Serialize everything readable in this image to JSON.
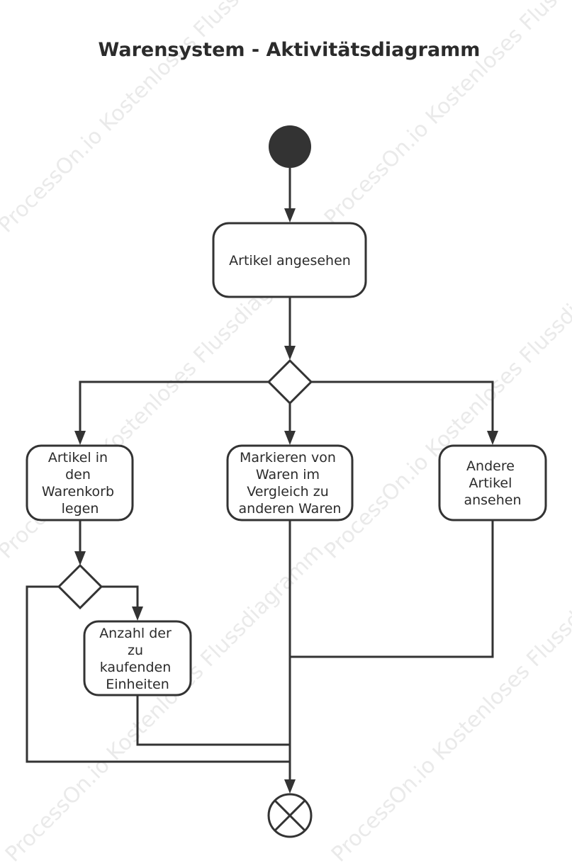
{
  "title": "Warensystem - Aktivitätsdiagramm",
  "watermark": "ProcessOn.io Kostenloses Flussdiagramm",
  "nodes": {
    "viewed": [
      "Artikel angesehen"
    ],
    "cart": [
      "Artikel in",
      "den",
      "Warenkorb",
      "legen"
    ],
    "compare": [
      "Markieren von",
      "Waren im",
      "Vergleich zu",
      "anderen Waren"
    ],
    "others": [
      "Andere",
      "Artikel",
      "ansehen"
    ],
    "quantity": [
      "Anzahl der",
      "zu",
      "kaufenden",
      "Einheiten"
    ]
  },
  "colors": {
    "stroke": "#333333",
    "text": "#2b2b2b",
    "fill": "#ffffff"
  }
}
